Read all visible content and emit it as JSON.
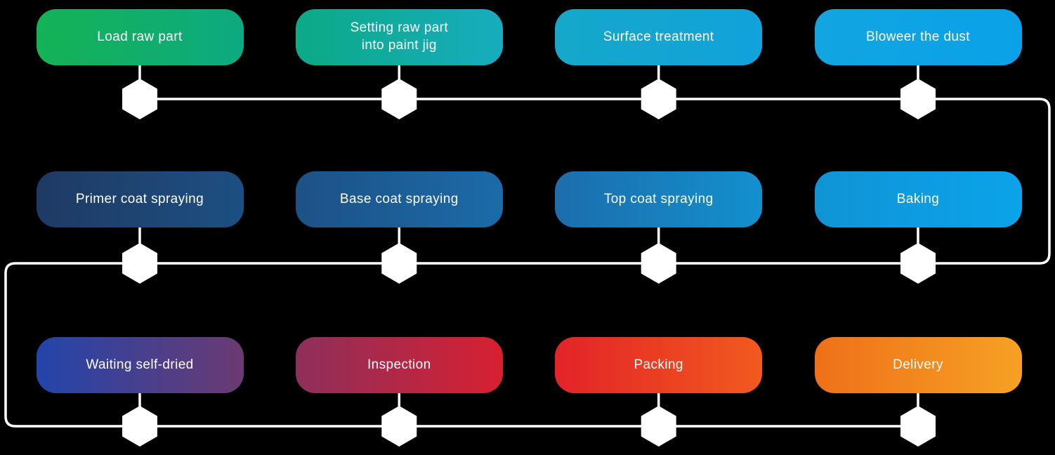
{
  "diagram": {
    "description": "Painting process flowchart",
    "background_color": "#000000",
    "line_color": "#ffffff",
    "text_color": "#ffffff",
    "nodes": [
      {
        "label": "Load raw part",
        "gradient": [
          "#15b255",
          "#0caa81"
        ]
      },
      {
        "label": "Setting raw part\ninto paint jig",
        "gradient": [
          "#0caa86",
          "#17acbe"
        ]
      },
      {
        "label": "Surface treatment",
        "gradient": [
          "#15a8c9",
          "#12a2dc"
        ]
      },
      {
        "label": "Bloweer the dust",
        "gradient": [
          "#12a5e2",
          "#0aa1e8"
        ]
      },
      {
        "label": "Primer coat spraying",
        "gradient": [
          "#1e3a64",
          "#1d4f82"
        ]
      },
      {
        "label": "Base coat spraying",
        "gradient": [
          "#1d5186",
          "#1b6ba9"
        ]
      },
      {
        "label": "Top coat spraying",
        "gradient": [
          "#1c6dac",
          "#1390ce"
        ]
      },
      {
        "label": "Baking",
        "gradient": [
          "#1094d6",
          "#0ba3e9"
        ]
      },
      {
        "label": "Waiting self-dried",
        "gradient": [
          "#2345aa",
          "#6b3a72"
        ]
      },
      {
        "label": "Inspection",
        "gradient": [
          "#8e2f5b",
          "#d72031"
        ]
      },
      {
        "label": "Packing",
        "gradient": [
          "#e32328",
          "#f25a1e"
        ]
      },
      {
        "label": "Delivery",
        "gradient": [
          "#ee7019",
          "#f7a124"
        ]
      }
    ]
  }
}
